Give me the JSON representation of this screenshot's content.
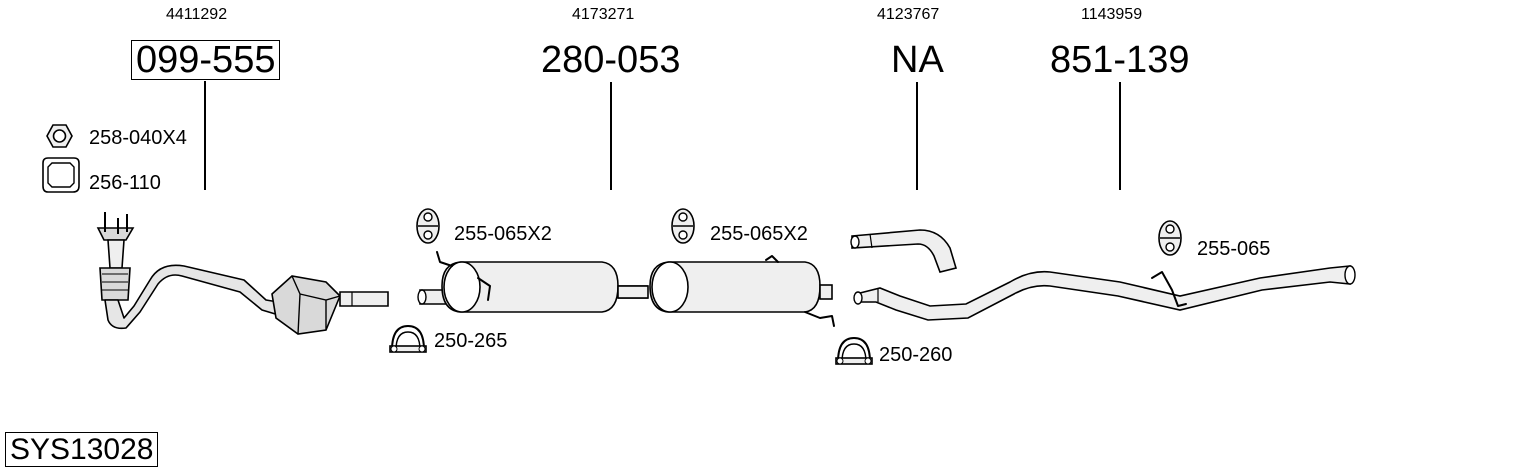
{
  "system": {
    "code": "SYS13028"
  },
  "columns": [
    {
      "ref": "4411292",
      "part": "099-555"
    },
    {
      "ref": "4173271",
      "part": "280-053"
    },
    {
      "ref": "4123767",
      "part": "NA"
    },
    {
      "ref": "1143959",
      "part": "851-139"
    }
  ],
  "accessories": [
    {
      "label": "258-040X4",
      "icon": "nut-icon"
    },
    {
      "label": "256-110",
      "icon": "gasket-icon"
    },
    {
      "label": "255-065X2",
      "icon": "rubber-hanger-icon"
    },
    {
      "label": "255-065X2",
      "icon": "rubber-hanger-icon"
    },
    {
      "label": "255-065",
      "icon": "rubber-hanger-icon"
    },
    {
      "label": "250-265",
      "icon": "clamp-icon"
    },
    {
      "label": "250-260",
      "icon": "clamp-icon"
    }
  ]
}
